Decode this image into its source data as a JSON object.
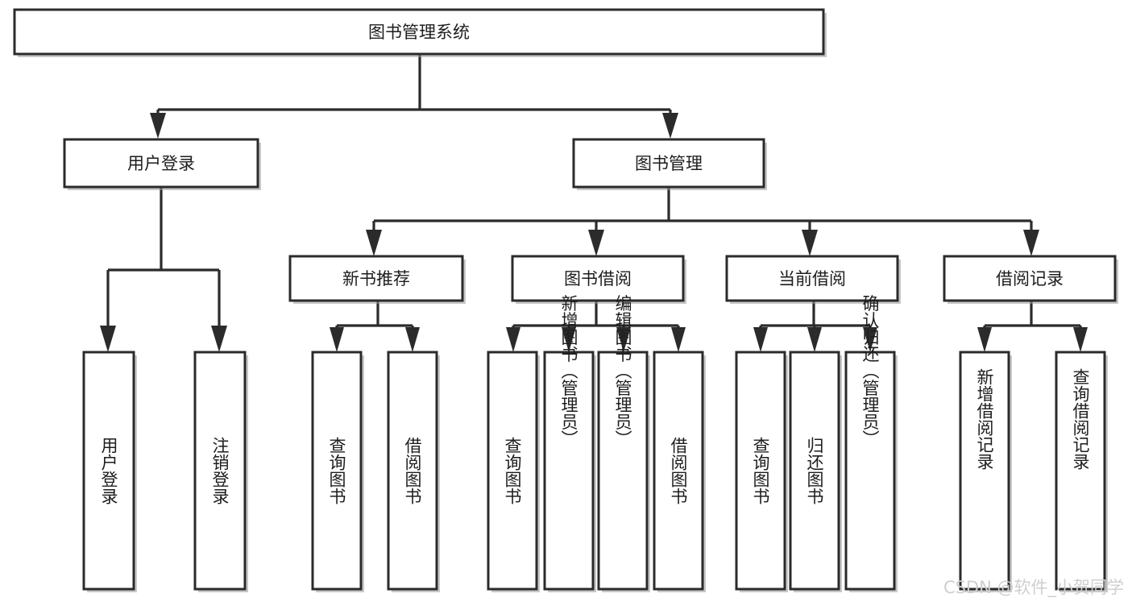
{
  "diagram": {
    "title": "图书管理系统",
    "type": "tree-hierarchy",
    "orientation": "top-down",
    "colors": {
      "background": "#ffffff",
      "stroke": "#2b2b2b",
      "fill": "#ffffff",
      "text": "#1d1d1d",
      "shadow": "#9a9a9a",
      "watermark": "#cfcfcf"
    },
    "levels": {
      "root": {
        "label": "图书管理系统"
      },
      "level2": [
        {
          "id": "user-login",
          "label": "用户登录"
        },
        {
          "id": "book-management",
          "label": "图书管理"
        }
      ],
      "level3": [
        {
          "id": "new-book-recommend",
          "label": "新书推荐",
          "parent": "book-management"
        },
        {
          "id": "book-borrow",
          "label": "图书借阅",
          "parent": "book-management"
        },
        {
          "id": "current-borrow",
          "label": "当前借阅",
          "parent": "book-management"
        },
        {
          "id": "borrow-record",
          "label": "借阅记录",
          "parent": "book-management"
        }
      ],
      "leaves": [
        {
          "id": "leaf-user-login",
          "label": "用户登录",
          "parent": "user-login"
        },
        {
          "id": "leaf-logout-login",
          "label": "注销登录",
          "parent": "user-login"
        },
        {
          "id": "leaf-query-book-1",
          "label": "查询图书",
          "parent": "new-book-recommend"
        },
        {
          "id": "leaf-borrow-book-1",
          "label": "借阅图书",
          "parent": "new-book-recommend"
        },
        {
          "id": "leaf-query-book-2",
          "label": "查询图书",
          "parent": "book-borrow"
        },
        {
          "id": "leaf-add-book",
          "label": "新增图书（管理员）",
          "parent": "book-borrow"
        },
        {
          "id": "leaf-edit-book",
          "label": "编辑图书（管理员）",
          "parent": "book-borrow"
        },
        {
          "id": "leaf-borrow-book-2",
          "label": "借阅图书",
          "parent": "book-borrow"
        },
        {
          "id": "leaf-query-book-3",
          "label": "查询图书",
          "parent": "current-borrow"
        },
        {
          "id": "leaf-return-book",
          "label": "归还图书",
          "parent": "current-borrow"
        },
        {
          "id": "leaf-confirm-return",
          "label": "确认归还（管理员）",
          "parent": "current-borrow"
        },
        {
          "id": "leaf-add-record",
          "label": "新增借阅记录",
          "parent": "borrow-record"
        },
        {
          "id": "leaf-query-record",
          "label": "查询借阅记录",
          "parent": "borrow-record"
        }
      ]
    },
    "watermark": "CSDN @软件_小贺同学"
  }
}
